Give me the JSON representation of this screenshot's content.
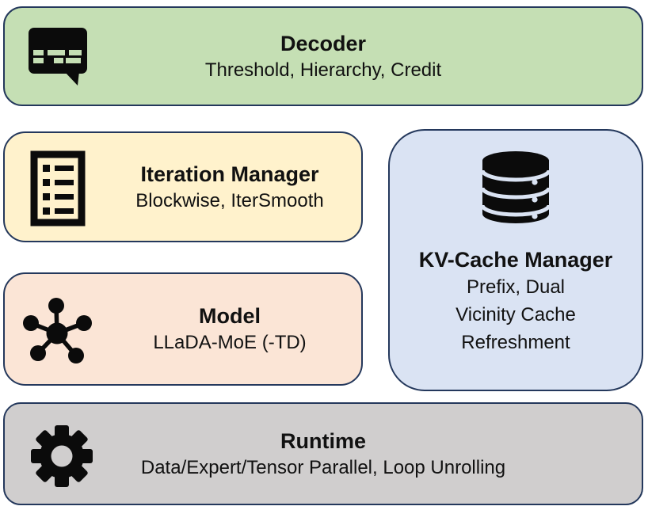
{
  "palette": {
    "border": "#24385C",
    "text": "#111111",
    "icon": "#0B0B0B",
    "background": "#FFFFFF",
    "decoder_fill": "#C5DFB4",
    "iteration_fill": "#FFF2CC",
    "kvcache_fill": "#DAE3F3",
    "model_fill": "#FBE5D6",
    "runtime_fill": "#D0CECE"
  },
  "blocks": {
    "decoder": {
      "title": "Decoder",
      "subtitle": "Threshold, Hierarchy, Credit",
      "icon": "speech-bubble-caption-icon"
    },
    "iteration_manager": {
      "title": "Iteration Manager",
      "subtitle": "Blockwise, IterSmooth",
      "icon": "checklist-icon"
    },
    "kv_cache_manager": {
      "title": "KV-Cache Manager",
      "subtitle_lines": [
        "Prefix, Dual",
        "Vicinity Cache",
        "Refreshment"
      ],
      "icon": "database-icon"
    },
    "model": {
      "title": "Model",
      "subtitle": "LLaDA-MoE (-TD)",
      "icon": "network-hub-icon"
    },
    "runtime": {
      "title": "Runtime",
      "subtitle": "Data/Expert/Tensor Parallel, Loop Unrolling",
      "icon": "gear-icon"
    }
  }
}
